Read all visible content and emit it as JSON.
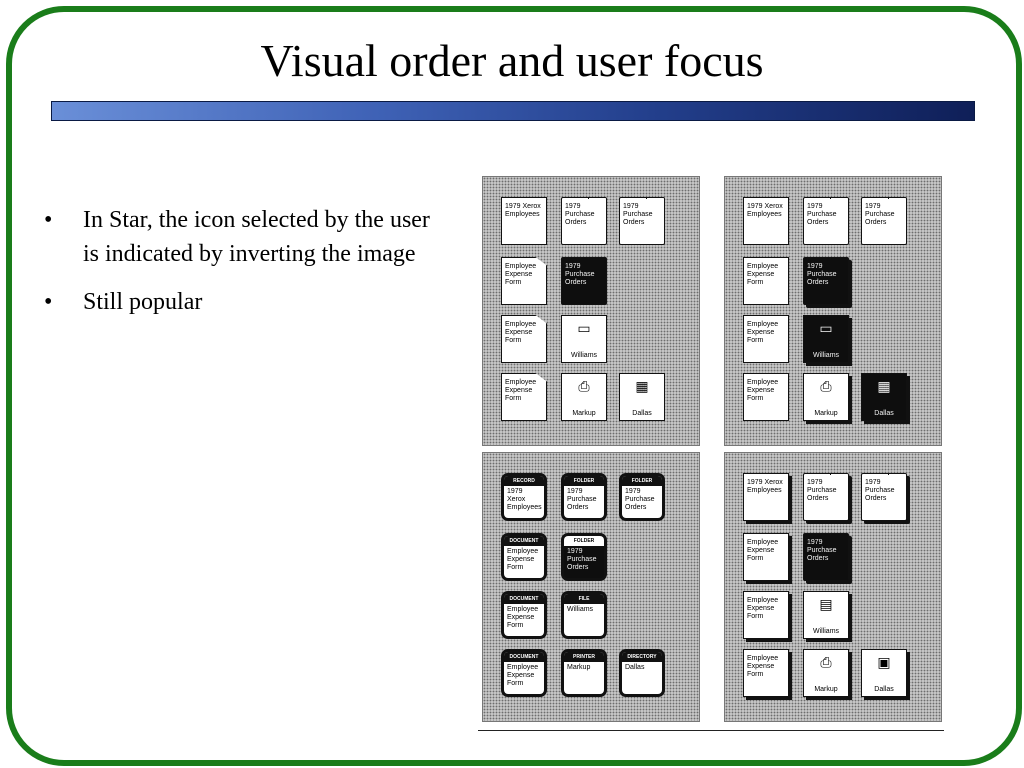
{
  "slide": {
    "title": "Visual order and user focus",
    "bullets": [
      "In Star, the icon selected by the user is indicated by inverting the image",
      "Still popular"
    ],
    "bullet_marker": "•"
  },
  "figure": {
    "panels": [
      {
        "icons": [
          {
            "label": "1979 Xerox Employees",
            "selected": false
          },
          {
            "label": "1979 Purchase Orders",
            "selected": false
          },
          {
            "label": "1979 Purchase Orders",
            "selected": false
          },
          {
            "label": "Employee Expense Form",
            "selected": false
          },
          {
            "label": "1979 Purchase Orders",
            "selected": true
          },
          {
            "label": "Employee Expense Form",
            "selected": false
          },
          {
            "label": "Williams",
            "selected": false
          },
          {
            "label": "Employee Expense Form",
            "selected": false
          },
          {
            "label": "Markup",
            "selected": false
          },
          {
            "label": "Dallas",
            "selected": false
          }
        ]
      },
      {
        "icons": [
          {
            "label": "1979 Xerox Employees",
            "selected": false
          },
          {
            "label": "1979 Purchase Orders",
            "selected": false
          },
          {
            "label": "1979 Purchase Orders",
            "selected": false
          },
          {
            "label": "Employee Expense Form",
            "selected": false
          },
          {
            "label": "1979 Purchase Orders",
            "selected": true
          },
          {
            "label": "Employee Expense Form",
            "selected": false
          },
          {
            "label": "Williams",
            "selected": false
          },
          {
            "label": "Employee Expense Form",
            "selected": false
          },
          {
            "label": "Markup",
            "selected": false
          },
          {
            "label": "Dallas",
            "selected": false
          }
        ]
      },
      {
        "headers": [
          "RECORD",
          "FOLDER",
          "FOLDER",
          "DOCUMENT",
          "FOLDER",
          "DOCUMENT",
          "FILE",
          "DOCUMENT",
          "PRINTER",
          "DIRECTORY"
        ],
        "icons": [
          {
            "label": "1979 Xerox Employees",
            "selected": false
          },
          {
            "label": "1979 Purchase Orders",
            "selected": false
          },
          {
            "label": "1979 Purchase Orders",
            "selected": false
          },
          {
            "label": "Employee Expense Form",
            "selected": false
          },
          {
            "label": "1979 Purchase Orders",
            "selected": true
          },
          {
            "label": "Employee Expense Form",
            "selected": false
          },
          {
            "label": "Williams",
            "selected": false
          },
          {
            "label": "Employee Expense Form",
            "selected": false
          },
          {
            "label": "Markup",
            "selected": false
          },
          {
            "label": "Dallas",
            "selected": false
          }
        ]
      },
      {
        "icons": [
          {
            "label": "1979 Xerox Employees",
            "selected": false
          },
          {
            "label": "1979 Purchase Orders",
            "selected": false
          },
          {
            "label": "1979 Purchase Orders",
            "selected": false
          },
          {
            "label": "Employee Expense Form",
            "selected": false
          },
          {
            "label": "1979 Purchase Orders",
            "selected": true
          },
          {
            "label": "Employee Expense Form",
            "selected": false
          },
          {
            "label": "Williams",
            "selected": false
          },
          {
            "label": "Employee Expense Form",
            "selected": false
          },
          {
            "label": "Markup",
            "selected": false
          },
          {
            "label": "Dallas",
            "selected": false
          }
        ]
      }
    ]
  },
  "colors": {
    "border": "#1a7d1a",
    "title_bar_start": "#6a8fd8",
    "title_bar_end": "#0f1f58",
    "selected_icon_bg": "#0e0e0e"
  }
}
